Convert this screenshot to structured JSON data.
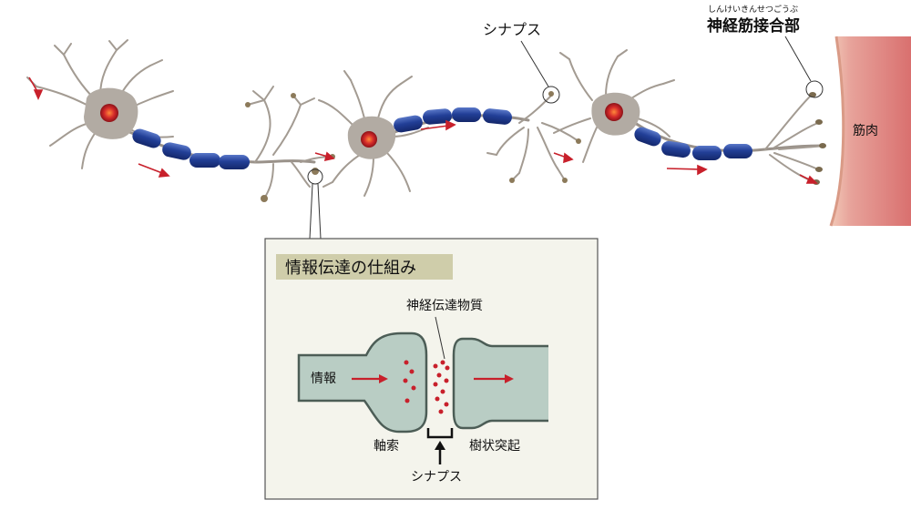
{
  "labels": {
    "synapse_top": "シナプス",
    "nmj": "神経筋接合部",
    "nmj_ruby": "しんけいきんせつごうぶ",
    "muscle": "筋肉"
  },
  "inset": {
    "title": "情報伝達の仕組み",
    "neurotransmitter": "神経伝達物質",
    "info": "情報",
    "axon": "軸索",
    "dendrite": "樹状突起",
    "synapse": "シナプス"
  },
  "colors": {
    "soma": "#b2aba3",
    "nucleus": "#c0252a",
    "myelin": "#223f97",
    "arrow": "#c8202b",
    "muscle": "#e28f8f",
    "inset_bg": "#f4f4ec",
    "inset_title_bg": "#cfcdaa",
    "terminal_fill": "#b9cdc4",
    "terminal_stroke": "#4c5d56"
  }
}
